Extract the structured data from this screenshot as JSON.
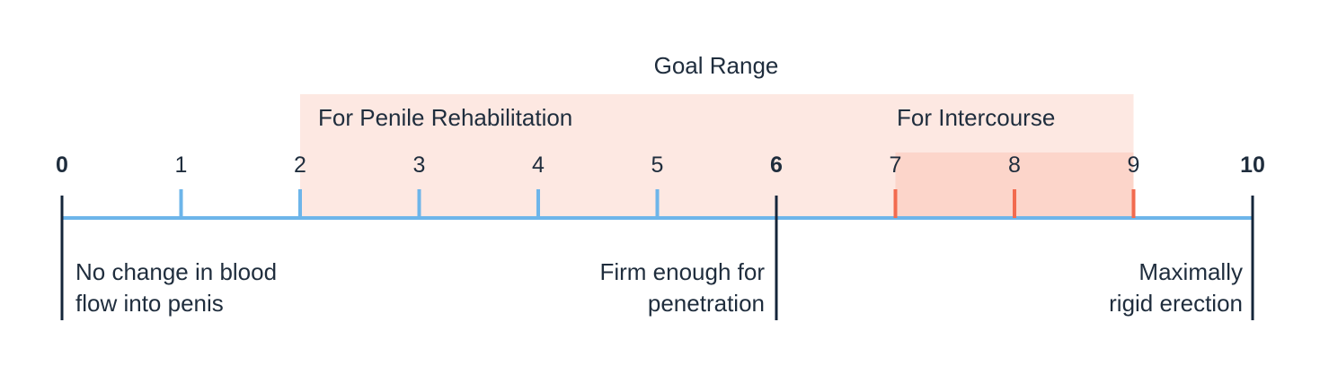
{
  "goal_title": "Goal Range",
  "bands": {
    "rehab": {
      "label": "For Penile Rehabilitation",
      "from": 2,
      "to": 9
    },
    "intercourse": {
      "label": "For Intercourse",
      "from": 7,
      "to": 9
    }
  },
  "scale": {
    "min": 0,
    "max": 10,
    "ticks": [
      {
        "value": 0,
        "label": "0",
        "bold": true
      },
      {
        "value": 1,
        "label": "1",
        "bold": false
      },
      {
        "value": 2,
        "label": "2",
        "bold": false
      },
      {
        "value": 3,
        "label": "3",
        "bold": false
      },
      {
        "value": 4,
        "label": "4",
        "bold": false
      },
      {
        "value": 5,
        "label": "5",
        "bold": false
      },
      {
        "value": 6,
        "label": "6",
        "bold": true
      },
      {
        "value": 7,
        "label": "7",
        "bold": false
      },
      {
        "value": 8,
        "label": "8",
        "bold": false
      },
      {
        "value": 9,
        "label": "9",
        "bold": false
      },
      {
        "value": 10,
        "label": "10",
        "bold": true
      }
    ]
  },
  "descriptions": {
    "low": {
      "line1": "No change in blood",
      "line2": "flow into penis"
    },
    "mid": {
      "line1": "Firm enough for",
      "line2": "penetration"
    },
    "high": {
      "line1": "Maximally",
      "line2": "rigid erection"
    }
  },
  "colors": {
    "axis": "#6db5ea",
    "marker": "#14253a",
    "intercourse_tick": "#f26b4f",
    "rehab_band": "#fde8e2",
    "intercourse_band": "#fcd5ca",
    "text": "#1f2d3d"
  }
}
